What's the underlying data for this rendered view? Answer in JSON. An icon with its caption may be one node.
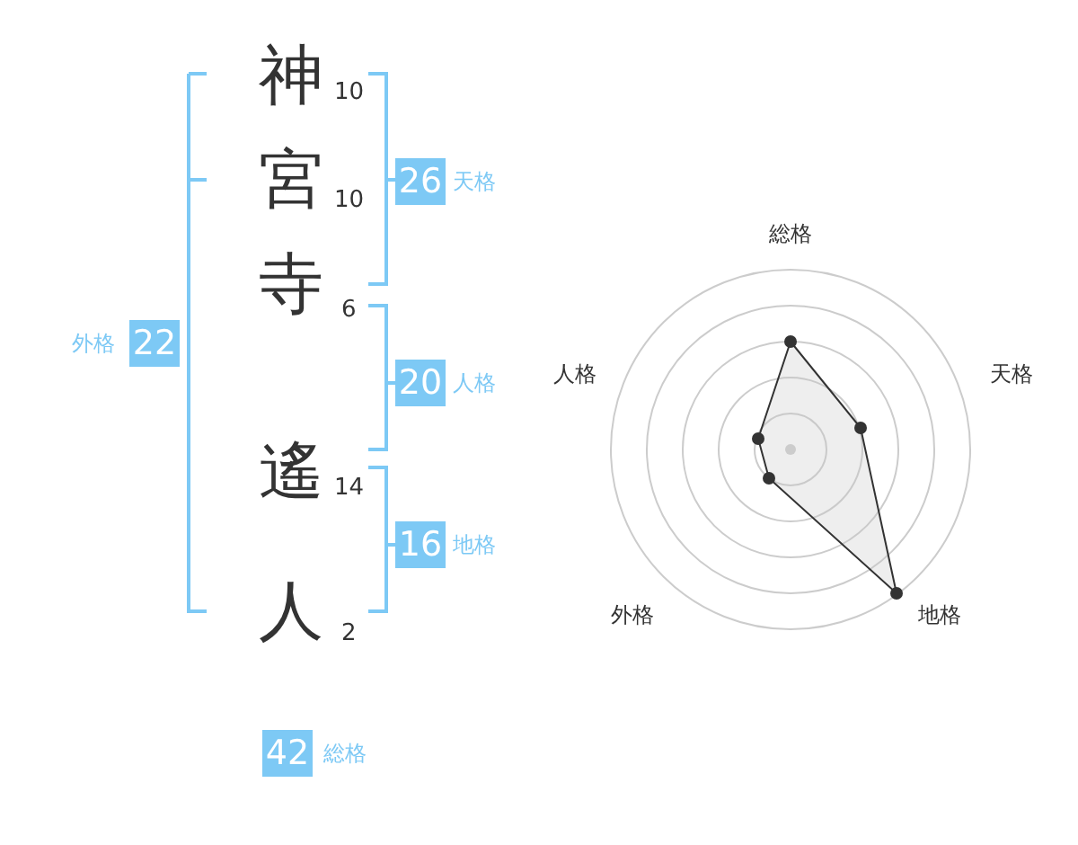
{
  "diagram": {
    "nodes": [
      {
        "text": [
          "26"
        ],
        "beside": [
          "天格"
        ]
      },
      {
        "text": [
          "22"
        ],
        "beside": [
          "外格"
        ]
      },
      {
        "text": [
          "20"
        ],
        "beside": [
          "人格"
        ]
      },
      {
        "text": [
          "16"
        ],
        "beside": [
          "地格"
        ]
      },
      {
        "text": [
          "42"
        ],
        "beside": [
          "総格"
        ]
      }
    ],
    "labels": [
      "神",
      "10",
      "宮",
      "10",
      "寺",
      "6",
      "遙",
      "14",
      "人",
      "2",
      "総格",
      "人格",
      "天格",
      "外格",
      "地格"
    ]
  }
}
